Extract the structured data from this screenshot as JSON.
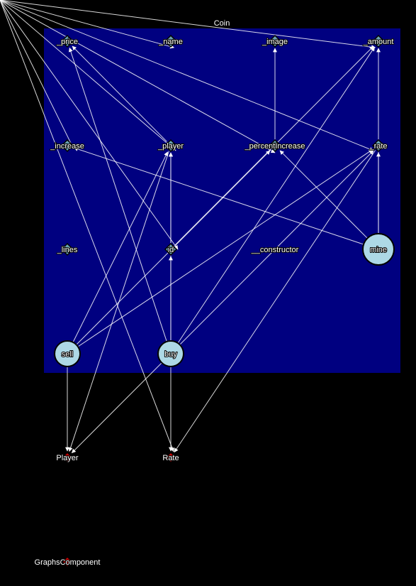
{
  "diagram": {
    "cluster_title": "Coin",
    "colors": {
      "background": "#000000",
      "cluster_fill": "#000080",
      "edge": "#ffffff",
      "field_node": "#6aa3b4",
      "method_node": "#add8e6",
      "constructor_node": "#2e6b80",
      "external_node": "#cc0000"
    },
    "nodes": [
      {
        "id": "price",
        "label": "_price",
        "kind": "field"
      },
      {
        "id": "name",
        "label": "_name",
        "kind": "field"
      },
      {
        "id": "image",
        "label": "_image",
        "kind": "field"
      },
      {
        "id": "amount",
        "label": "_amount",
        "kind": "field"
      },
      {
        "id": "increase",
        "label": "_increase",
        "kind": "field"
      },
      {
        "id": "player",
        "label": "_player",
        "kind": "field"
      },
      {
        "id": "percentincrease",
        "label": "_percentIncrease",
        "kind": "field"
      },
      {
        "id": "rate",
        "label": "_rate",
        "kind": "field"
      },
      {
        "id": "lines",
        "label": "_lines",
        "kind": "field"
      },
      {
        "id": "id",
        "label": "id",
        "kind": "field"
      },
      {
        "id": "constructor",
        "label": "__constructor",
        "kind": "constructor"
      },
      {
        "id": "mine",
        "label": "mine",
        "kind": "method"
      },
      {
        "id": "sell",
        "label": "sell",
        "kind": "method"
      },
      {
        "id": "buy",
        "label": "buy",
        "kind": "method"
      },
      {
        "id": "Player",
        "label": "Player",
        "kind": "external"
      },
      {
        "id": "Rate",
        "label": "Rate",
        "kind": "external"
      },
      {
        "id": "GraphsComponent",
        "label": "GraphsComponent",
        "kind": "external"
      }
    ],
    "edges": [
      {
        "from": "constructor",
        "to": "id"
      },
      {
        "from": "constructor",
        "to": "player"
      },
      {
        "from": "constructor",
        "to": "increase"
      },
      {
        "from": "constructor",
        "to": "percentincrease"
      },
      {
        "from": "constructor",
        "to": "rate"
      },
      {
        "from": "constructor",
        "to": "amount"
      },
      {
        "from": "constructor",
        "to": "name"
      },
      {
        "from": "constructor",
        "to": "Rate"
      },
      {
        "from": "mine",
        "to": "rate"
      },
      {
        "from": "mine",
        "to": "amount"
      },
      {
        "from": "mine",
        "to": "increase"
      },
      {
        "from": "mine",
        "to": "percentincrease"
      },
      {
        "from": "id",
        "to": "player"
      },
      {
        "from": "id",
        "to": "amount"
      },
      {
        "from": "percentincrease",
        "to": "image"
      },
      {
        "from": "player",
        "to": "price"
      },
      {
        "from": "sell",
        "to": "player"
      },
      {
        "from": "sell",
        "to": "rate"
      },
      {
        "from": "sell",
        "to": "percentincrease"
      },
      {
        "from": "sell",
        "to": "Player"
      },
      {
        "from": "buy",
        "to": "id"
      },
      {
        "from": "buy",
        "to": "player"
      },
      {
        "from": "buy",
        "to": "price"
      },
      {
        "from": "buy",
        "to": "amount"
      },
      {
        "from": "buy",
        "to": "rate"
      },
      {
        "from": "buy",
        "to": "Player"
      },
      {
        "from": "buy",
        "to": "Rate"
      },
      {
        "from": "rate",
        "to": "Rate"
      },
      {
        "from": "player",
        "to": "Player"
      }
    ]
  }
}
